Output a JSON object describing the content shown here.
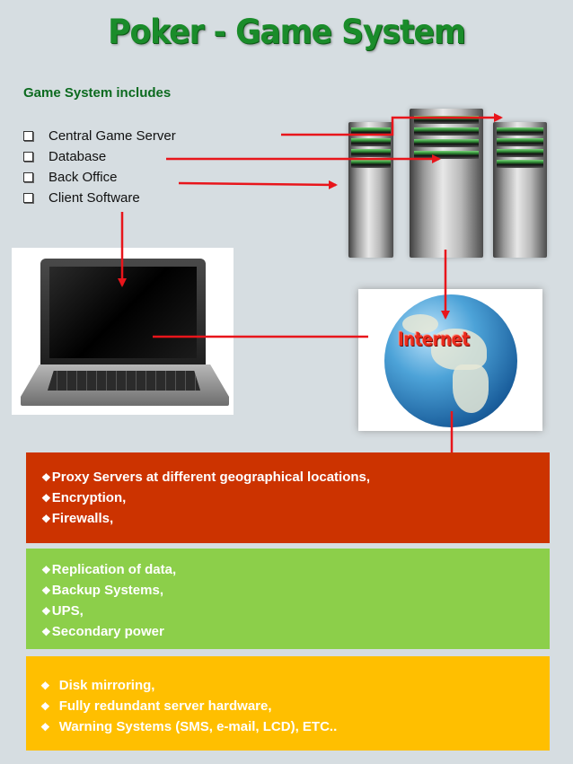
{
  "title": "Poker - Game System",
  "includes": {
    "heading": "Game System includes",
    "items": [
      "Central  Game Server",
      "Database",
      "Back  Office",
      "Client Software"
    ]
  },
  "diagram": {
    "internet_label": "Internet"
  },
  "boxes": {
    "red": {
      "color": "#cc3300",
      "items": [
        "Proxy Servers at different geographical locations,",
        "Encryption,",
        "Firewalls,"
      ]
    },
    "green": {
      "color": "#8ccf4a",
      "items": [
        "Replication of data,",
        "Backup Systems,",
        "UPS,",
        "Secondary power"
      ]
    },
    "yellow": {
      "color": "#ffbf00",
      "items": [
        "Disk mirroring,",
        "Fully redundant server hardware,",
        "Warning Systems (SMS, e-mail, LCD), ETC.."
      ]
    }
  },
  "colors": {
    "title_green": "#1a8c2a",
    "arrow_red": "#e8151b"
  },
  "bullet_icons": {
    "includes": "checkbox-bullet-icon",
    "boxes": "diamond-bullet-icon"
  }
}
